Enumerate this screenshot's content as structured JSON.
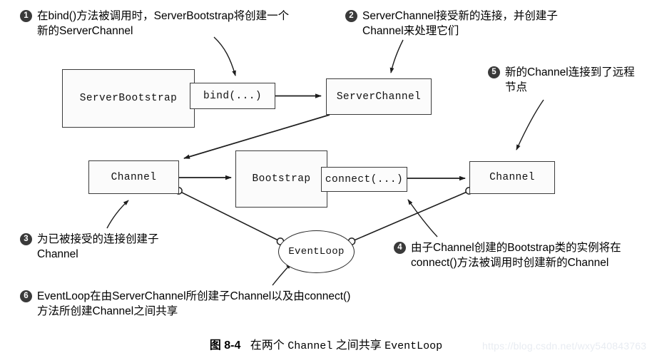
{
  "figure": {
    "caption_prefix": "图 8-4",
    "caption_part1": "在两个",
    "caption_mono1": "Channel",
    "caption_part2": "之间共享",
    "caption_mono2": "EventLoop"
  },
  "watermark": {
    "text": "https://blog.csdn.net/wxy540843763"
  },
  "boxes": {
    "server_bootstrap": "ServerBootstrap",
    "bind": "bind(...)",
    "server_channel": "ServerChannel",
    "channel_left": "Channel",
    "bootstrap": "Bootstrap",
    "connect": "connect(...)",
    "channel_right": "Channel",
    "event_loop": "EventLoop"
  },
  "annotations": [
    {
      "number": "1",
      "text": "在bind()方法被调用时，ServerBootstrap将创建一个新的ServerChannel"
    },
    {
      "number": "2",
      "text": "ServerChannel接受新的连接，并创建子Channel来处理它们"
    },
    {
      "number": "3",
      "text": "为已被接受的连接创建子Channel"
    },
    {
      "number": "4",
      "text": "由子Channel创建的Bootstrap类的实例将在connect()方法被调用时创建新的Channel"
    },
    {
      "number": "5",
      "text": "新的Channel连接到了远程节点"
    },
    {
      "number": "6",
      "text": "EventLoop在由ServerChannel所创建子Channel以及由connect()方法所创建Channel之间共享"
    }
  ],
  "colors": {
    "line": "#2a2a2a",
    "box_border": "#3c3c3c",
    "bullet_bg": "#3a3a3a",
    "watermark": "#e8ecf2"
  }
}
